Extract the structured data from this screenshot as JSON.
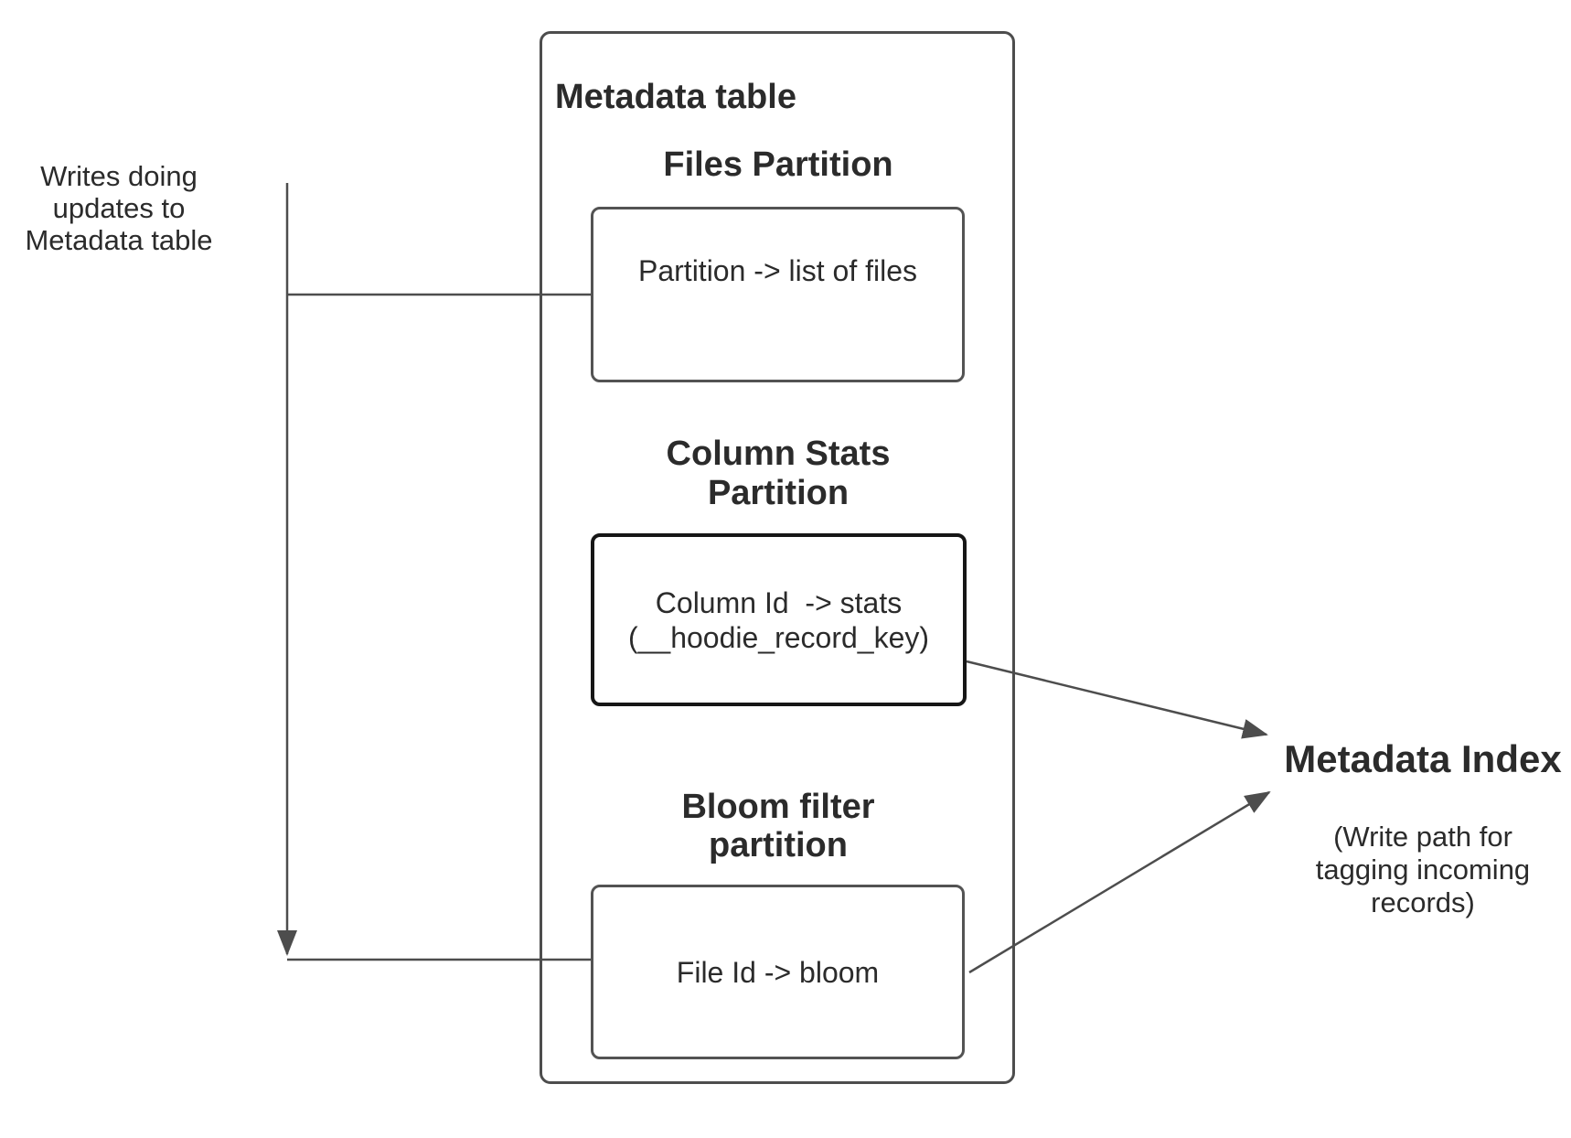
{
  "colors": {
    "background": "#ffffff",
    "text": "#2b2b2b",
    "line": "#4d4d4d",
    "box_border": "#535353",
    "emphasis_border": "#161616"
  },
  "left_note": {
    "text": "Writes doing\nupdates to\nMetadata table"
  },
  "metadata_table": {
    "title": "Metadata table",
    "files_partition": {
      "heading": "Files Partition",
      "body": "Partition -> list of files"
    },
    "column_stats_partition": {
      "heading": "Column Stats\nPartition",
      "body": "Column Id  -> stats\n(__hoodie_record_key)"
    },
    "bloom_filter_partition": {
      "heading": "Bloom filter\npartition",
      "body": "File Id -> bloom"
    }
  },
  "metadata_index": {
    "title": "Metadata Index",
    "subtitle": "(Write path for\ntagging incoming\nrecords)"
  }
}
